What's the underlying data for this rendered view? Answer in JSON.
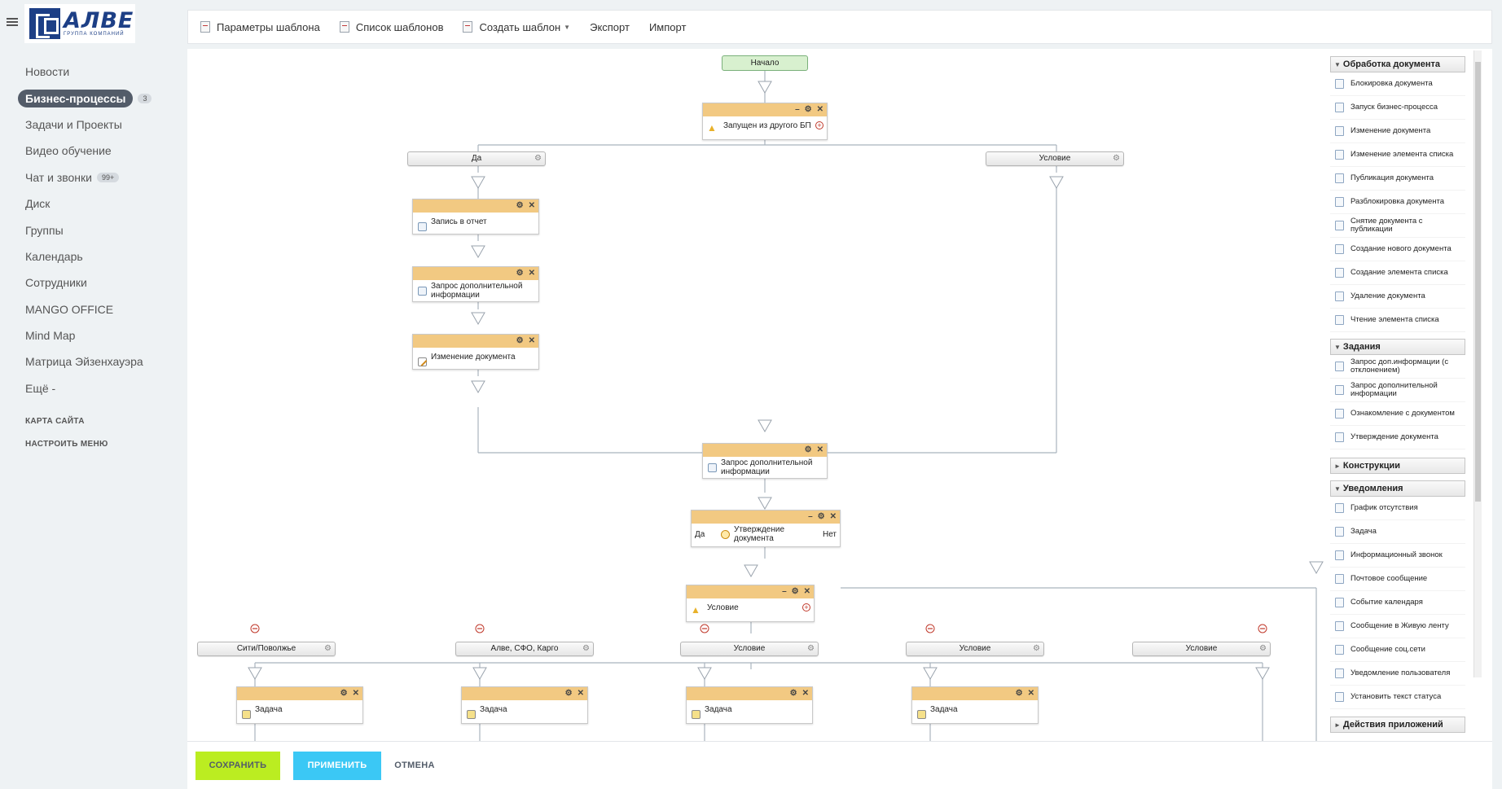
{
  "logo": {
    "name": "АЛВЕ",
    "sub": "ГРУППА КОМПАНИЙ"
  },
  "menu": [
    {
      "label": "Новости"
    },
    {
      "label": "Бизнес-процессы",
      "badge": "3",
      "active": true
    },
    {
      "label": "Задачи и Проекты"
    },
    {
      "label": "Видео обучение"
    },
    {
      "label": "Чат и звонки",
      "badge": "99+"
    },
    {
      "label": "Диск"
    },
    {
      "label": "Группы"
    },
    {
      "label": "Календарь"
    },
    {
      "label": "Сотрудники"
    },
    {
      "label": "MANGO OFFICE"
    },
    {
      "label": "Mind Map"
    },
    {
      "label": "Матрица Эйзенхауэра"
    },
    {
      "label": "Ещё -"
    }
  ],
  "menu_footer": {
    "site_map": "КАРТА САЙТА",
    "configure": "НАСТРОИТЬ МЕНЮ"
  },
  "toolbar": {
    "params": "Параметры шаблона",
    "list": "Список шаблонов",
    "create": "Создать шаблон",
    "export": "Экспорт",
    "import": "Импорт"
  },
  "flow": {
    "start": "Начало",
    "launched": "Запущен из другого БП",
    "cond_yes": "Да",
    "cond_condition": "Условие",
    "write_report": "Запись в отчет",
    "request_info": "Запрос дополнительной информации",
    "change_doc": "Изменение документа",
    "approve_doc": "Утверждение документа",
    "yes": "Да",
    "no": "Нет",
    "condition": "Условие",
    "branch_city": "Сити/Поволжье",
    "branch_alve": "Алве, СФО, Карго",
    "task": "Задача"
  },
  "palette": {
    "doc_processing": "Обработка документа",
    "doc_items": [
      "Блокировка документа",
      "Запуск бизнес-процесса",
      "Изменение документа",
      "Изменение элемента списка",
      "Публикация документа",
      "Разблокировка документа",
      "Снятие документа с публикации",
      "Создание нового документа",
      "Создание элемента списка",
      "Удаление документа",
      "Чтение элемента списка"
    ],
    "tasks": "Задания",
    "task_items": [
      "Запрос доп.информации (с отклонением)",
      "Запрос дополнительной информации",
      "Ознакомление с документом",
      "Утверждение документа"
    ],
    "constructions": "Конструкции",
    "notifications": "Уведомления",
    "notif_items": [
      "График отсутствия",
      "Задача",
      "Информационный звонок",
      "Почтовое сообщение",
      "Событие календаря",
      "Сообщение в Живую ленту",
      "Сообщение соц.сети",
      "Уведомление пользователя",
      "Установить текст статуса"
    ],
    "app_actions": "Действия приложений"
  },
  "buttons": {
    "save": "СОХРАНИТЬ",
    "apply": "ПРИМЕНИТЬ",
    "cancel": "ОТМЕНА"
  },
  "colors": {
    "block_header": "#f2c982",
    "save": "#bbed21",
    "apply": "#3bc8f5",
    "start": "#d8f0cf"
  }
}
